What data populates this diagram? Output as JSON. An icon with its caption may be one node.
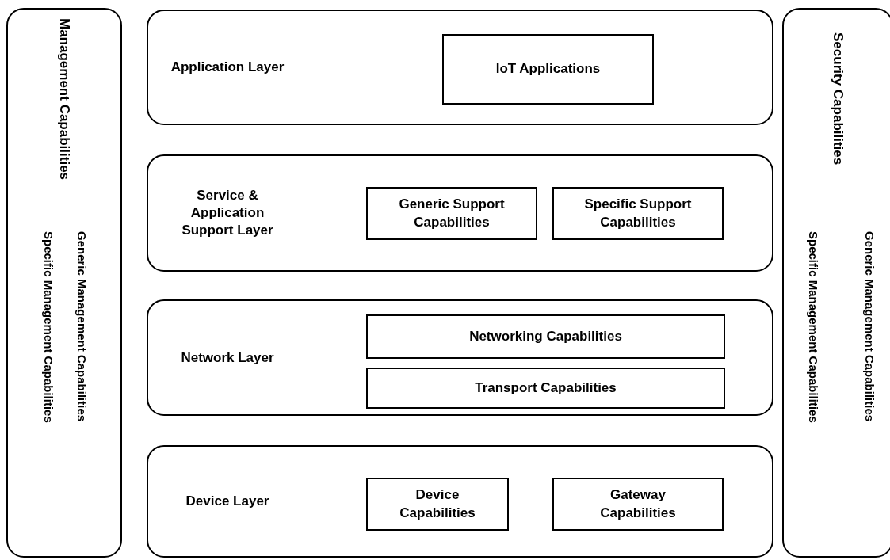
{
  "diagram": {
    "nodes": [
      {
        "text": [
          "Management Capabilities",
          "Generic Management Capabilities",
          "Specific Management Capabilities"
        ]
      },
      {
        "text": [
          "Application Layer"
        ]
      },
      {
        "text": [
          "IoT Applications"
        ],
        "in": 1
      },
      {
        "text": [
          "Service & Application Support Layer"
        ]
      },
      {
        "text": [
          "Generic Support Capabilities"
        ],
        "in": 3
      },
      {
        "text": [
          "Specific Support Capabilities"
        ],
        "in": 3
      },
      {
        "text": [
          "Network Layer"
        ]
      },
      {
        "text": [
          "Networking Capabilities"
        ],
        "in": 6
      },
      {
        "text": [
          "Transport Capabilities"
        ],
        "in": 6
      },
      {
        "text": [
          "Device Layer"
        ]
      },
      {
        "text": [
          "Device Capabilities"
        ],
        "in": 9
      },
      {
        "text": [
          "Gateway Capabilities"
        ],
        "in": 9
      },
      {
        "text": [
          "Security Capabilities",
          "Generic Management Capabilities",
          "Specific Management Capabilities"
        ]
      }
    ]
  }
}
